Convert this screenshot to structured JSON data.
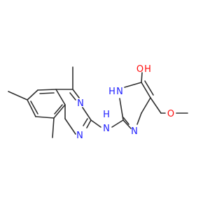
{
  "colors": {
    "bond": "#303030",
    "nitrogen": "#2020ff",
    "oxygen": "#ff0d0d",
    "background": "#ffffff"
  },
  "atoms": {
    "n_top": "N",
    "n_bottom": "N",
    "nh_ring": "N",
    "h_ring": "H",
    "n_pyr": "N",
    "nh_link_h": "H",
    "nh_link_n": "N",
    "oh_o": "O",
    "oh_h": "H",
    "ether_o": "O"
  }
}
